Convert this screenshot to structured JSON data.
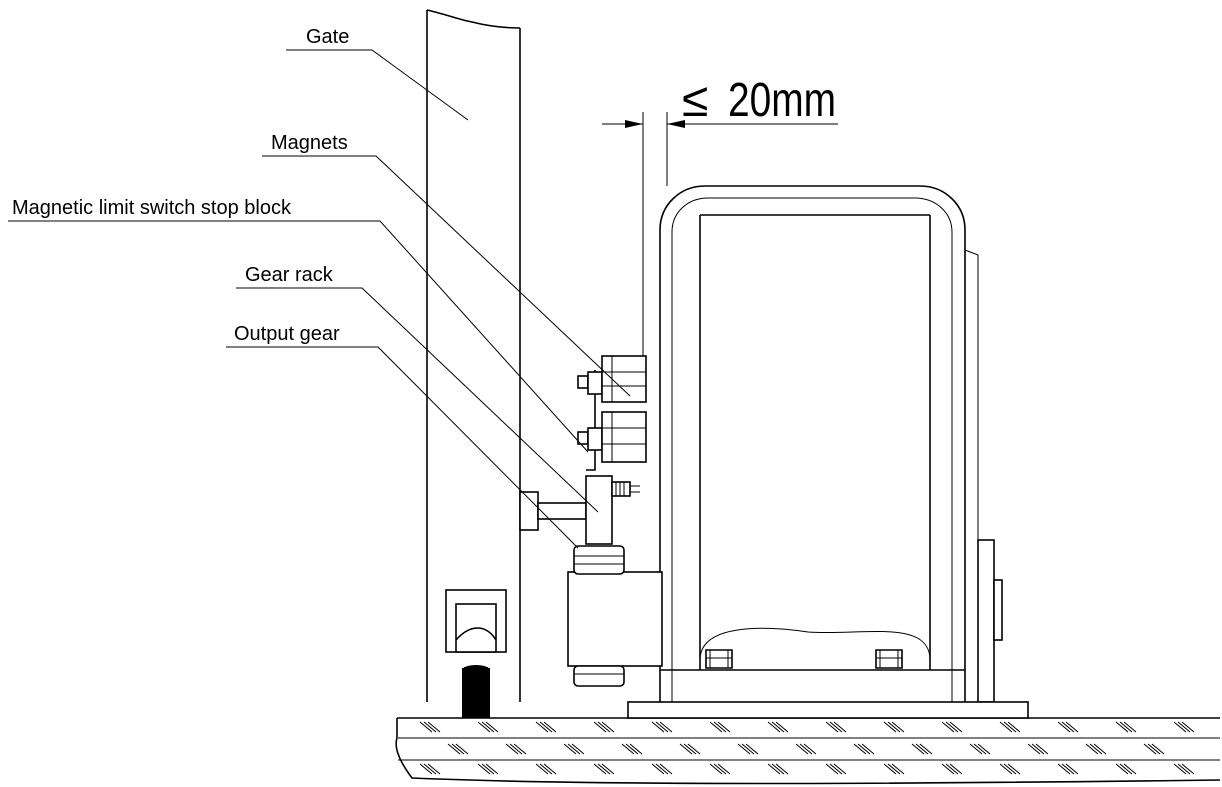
{
  "labels": {
    "gate": "Gate",
    "magnets": "Magnets",
    "stop_block": "Magnetic limit switch stop block",
    "gear_rack": "Gear rack",
    "output_gear": "Output gear"
  },
  "dimension": {
    "prefix": "≤",
    "value": "20mm"
  }
}
